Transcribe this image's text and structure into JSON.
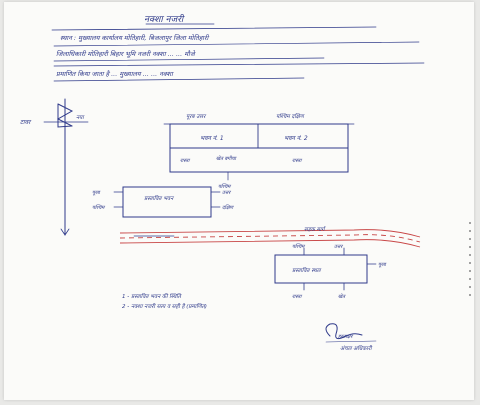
{
  "document": {
    "title": "नक्शा नजरी",
    "lines": [
      "स्थान : मुख्यालय कार्यालय मोतिहारी, बिजलापुर जिला मोतिहारी",
      "जिलाधिकारी मोतिहारी बिहार भूमि नजरी नक्शा ... ... मौजे",
      "प्रमाणित किया जाता है ... मुख्यालय ... ... नक्शा"
    ]
  },
  "diagram": {
    "pole_label": "टावर",
    "pole_side_label": "नया",
    "block_top": {
      "left_cell": "भवन नं. 1",
      "right_cell": "भवन नं. 2",
      "top_left_label": "पूरब उत्तर",
      "top_right_label": "पश्चिम दक्षिण",
      "bottom_left_label": "रास्ता",
      "bottom_mid_label": "खेत बगीचा",
      "bottom_right_label": "रास्ता",
      "below_label": "पश्चिम"
    },
    "block_mid": {
      "center": "प्रस्तावित भवन",
      "left_top": "पूरब",
      "left_bottom": "पश्चिम",
      "right_top": "उत्तर",
      "right_bottom": "दक्षिण"
    },
    "road_label": "सड़क मार्ग",
    "block_low": {
      "center": "प्रस्तावित स्थल",
      "top_left": "पश्चिम",
      "top_right": "उत्तर",
      "right": "पूरब",
      "bottom_left": "रास्ता",
      "bottom_right": "खेत"
    }
  },
  "notes": [
    "1 - प्रस्तावित भवन की स्थिति",
    "2 - नक्शा नजरी सत्य व सही है (प्रमाणित)"
  ],
  "signature": {
    "name": "हस्ताक्षर",
    "designation": "अंचल अधिकारी"
  }
}
